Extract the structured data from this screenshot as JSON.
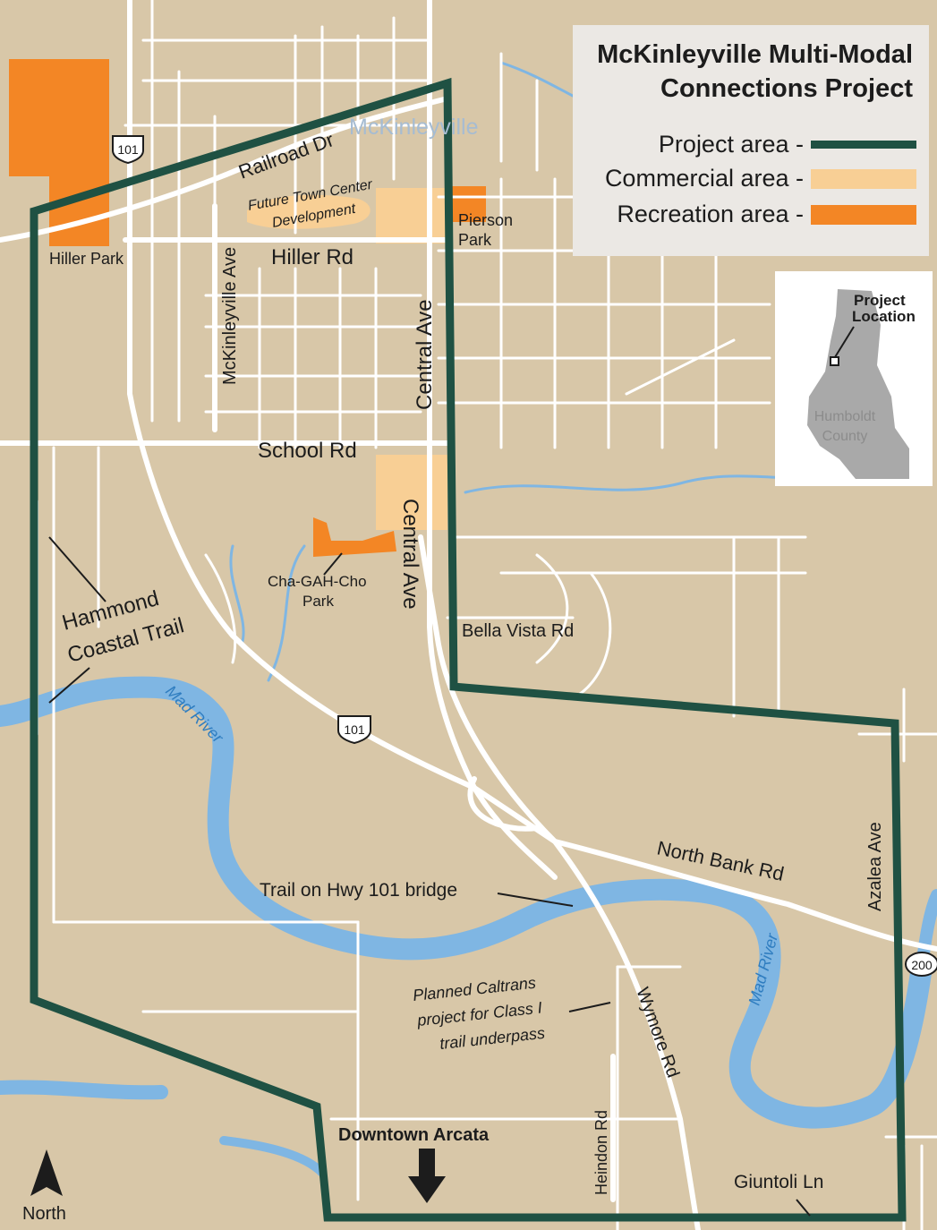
{
  "title_line1": "McKinleyville Multi-Modal",
  "title_line2": "Connections Project",
  "legend": {
    "project": "Project area -",
    "commercial": "Commercial area -",
    "recreation": "Recreation area -"
  },
  "colors": {
    "land": "#d8c7a8",
    "road": "#ffffff",
    "water": "#7fb6e3",
    "project_area": "#1f5143",
    "commercial": "#f8cf95",
    "recreation": "#f38625",
    "inset_county": "#a9a9a9"
  },
  "inset": {
    "project_label_1": "Project",
    "project_label_2": "Location",
    "county_1": "Humboldt",
    "county_2": "County"
  },
  "labels": {
    "town": "McKinleyville",
    "railroad": "Railroad Dr",
    "future_town_1": "Future Town Center",
    "future_town_2": "Development",
    "pierson_1": "Pierson",
    "pierson_2": "Park",
    "hiller_park": "Hiller Park",
    "hiller_rd": "Hiller Rd",
    "mckinleyville_ave": "McKinleyville Ave",
    "central_ave": "Central Ave",
    "school_rd": "School Rd",
    "chagah_1": "Cha-GAH-Cho",
    "chagah_2": "Park",
    "hammond_1": "Hammond",
    "hammond_2": "Coastal Trail",
    "bella_vista": "Bella Vista Rd",
    "mad_river": "Mad River",
    "north_bank": "North Bank Rd",
    "azalea": "Azalea Ave",
    "trail_bridge": "Trail on Hwy 101 bridge",
    "caltrans_1": "Planned Caltrans",
    "caltrans_2": "project for Class I",
    "caltrans_3": "trail underpass",
    "wymore": "Wymore Rd",
    "heindon": "Heindon Rd",
    "downtown": "Downtown Arcata",
    "giuntoli": "Giuntoli Ln",
    "north": "North",
    "hwy101": "101",
    "hwy200": "200"
  }
}
